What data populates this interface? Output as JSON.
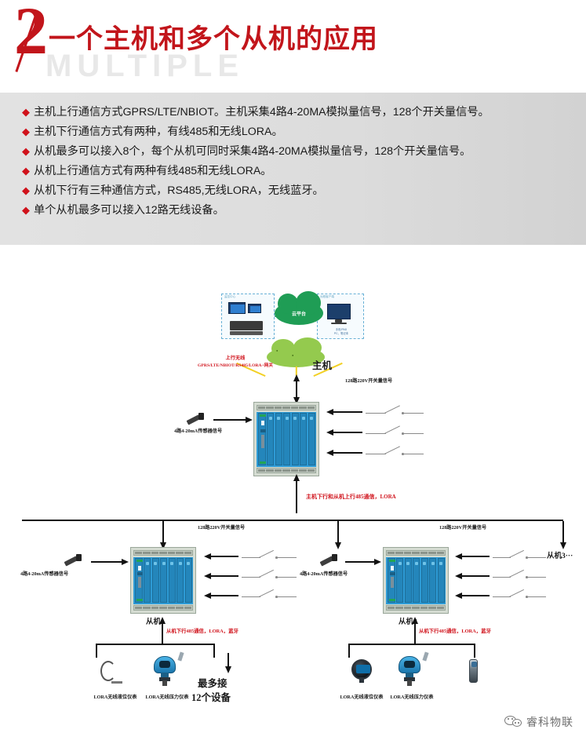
{
  "header": {
    "number": "2",
    "title": "一个主机和多个从机的应用",
    "subtitle": "MULTIPLE",
    "accent_color": "#c2151b"
  },
  "bullets": {
    "marker": "◆",
    "marker_color": "#d0121b",
    "items": [
      "主机上行通信方式GPRS/LTE/NBIOT。主机采集4路4-20MA模拟量信号，128个开关量信号。",
      "主机下行通信方式有两种，有线485和无线LORA。",
      "从机最多可以接入8个，每个从机可同时采集4路4-20MA模拟量信号，128个开关量信号。",
      "从机上行通信方式有两种有线485和无线LORA。",
      "从机下行有三种通信方式，RS485,无线LORA，无线蓝牙。",
      "单个从机最多可以接入12路无线设备。"
    ]
  },
  "diagram": {
    "cloud_platform_label": "云平台",
    "uplink_label_line1": "上行无线",
    "uplink_label_line2": "GPRS/LTE/NBIOT/RS485/LORA+网关",
    "host_label": "主机",
    "host_switch_signal_label": "128路220V开关量信号",
    "host_analog_signal_label": "4路4-20mA传感器信号",
    "downlink_red_label": "主机下行和从机上行485通信，LORA",
    "slave1": {
      "label": "从机1",
      "switch_signal_label": "128路220V开关量信号",
      "analog_signal_label": "4路4-20mA传感器信号",
      "downlink_red_label": "从机下行485通信，LORA，蓝牙",
      "device_level_label": "LORA无线液位仪表",
      "device_pressure_label": "LORA无线压力仪表",
      "capacity_line1": "最多接",
      "capacity_line2": "12个设备"
    },
    "slave2": {
      "label": "从机2",
      "switch_signal_label": "128路220V开关量信号",
      "analog_signal_label": "4路4-20mA传感器信号",
      "downlink_red_label": "从机下行485通信，LORA，蓝牙",
      "device_level_label": "LORA无线液位仪表",
      "device_pressure_label": "LORA无线压力仪表"
    },
    "slave3": {
      "label": "从机3···"
    },
    "colors": {
      "cloud_dark": "#1f9d55",
      "cloud_light": "#8cc63f",
      "rack_blue": "#2d9bd6",
      "red_text": "#d0121b",
      "teal_link": "#5aa8a0"
    }
  },
  "footer": {
    "brand": "睿科物联"
  }
}
